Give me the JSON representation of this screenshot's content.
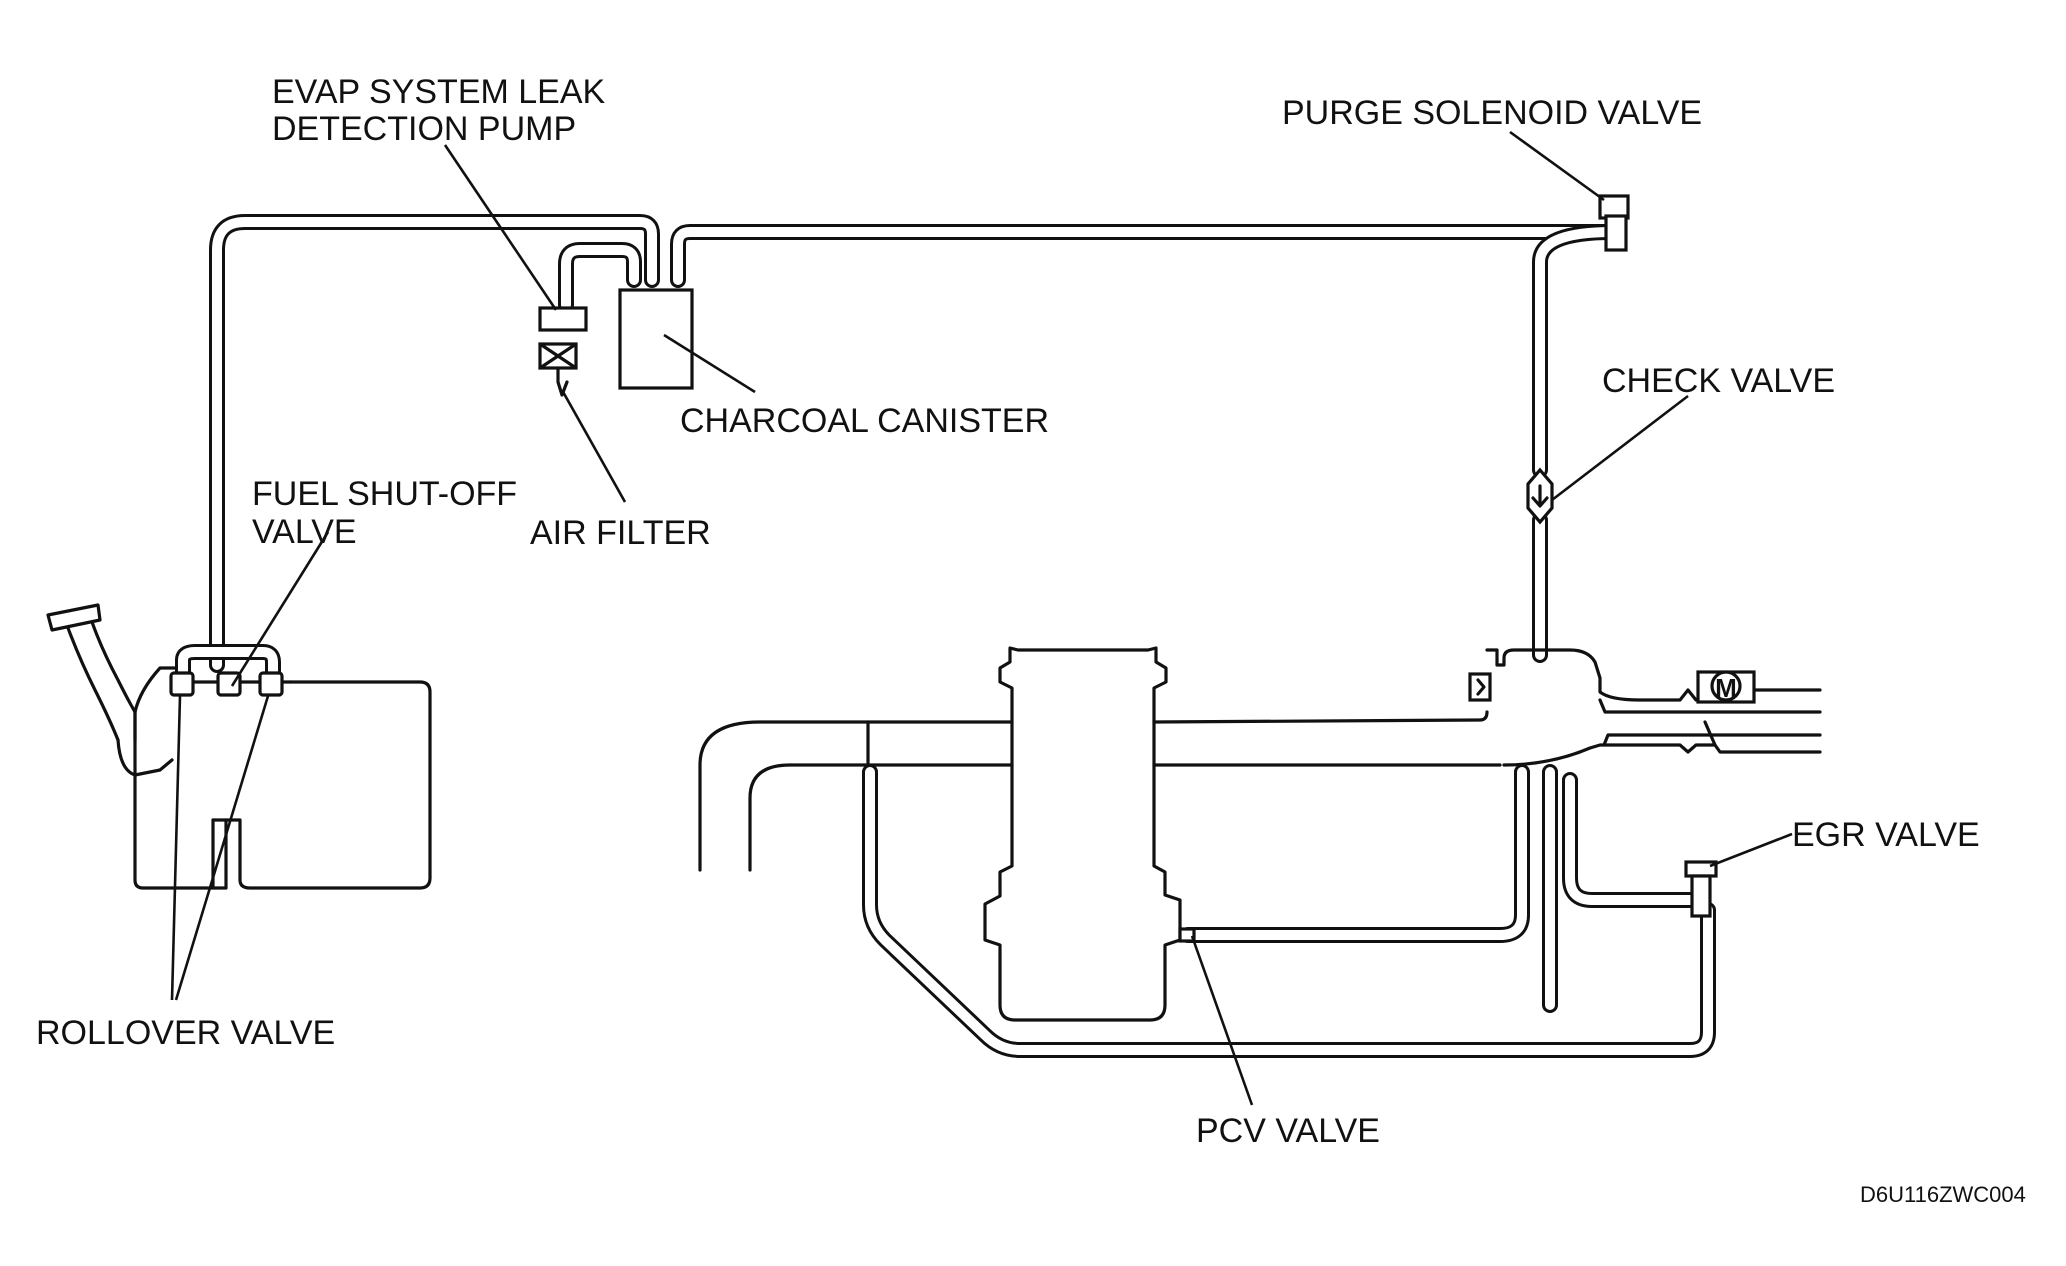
{
  "labels": {
    "leak_pump": [
      "EVAP SYSTEM LEAK",
      "DETECTION PUMP"
    ],
    "purge_valve": "PURGE SOLENOID VALVE",
    "check_valve": "CHECK VALVE",
    "charcoal_canister": "CHARCOAL CANISTER",
    "fuel_shutoff": [
      "FUEL SHUT-OFF",
      "VALVE"
    ],
    "air_filter": "AIR FILTER",
    "egr_valve": "EGR VALVE",
    "rollover_valve": "ROLLOVER VALVE",
    "pcv_valve": "PCV VALVE",
    "figure_code": "D6U116ZWC004"
  },
  "symbols": {
    "motor": "M"
  }
}
